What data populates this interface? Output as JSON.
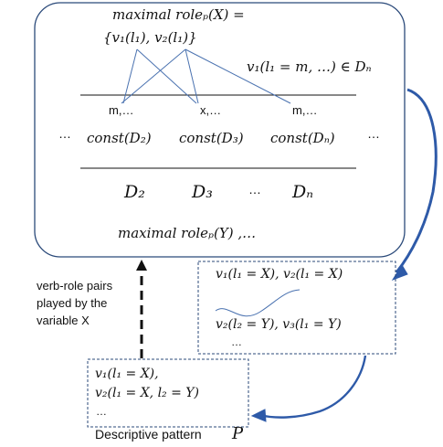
{
  "top_box": {
    "maximal_role_x": "maximal roleₚ(X) =",
    "role_set": "{v₁(l₁), v₂(l₁)}",
    "membership": "v₁(l₁ = m, …) ∈ Dₙ",
    "cell_labels": [
      "m,…",
      "x,…",
      "m,…"
    ],
    "ellipsis_left": "…",
    "ellipsis_right": "…",
    "consts": [
      "const(D₂)",
      "const(D₃)",
      "const(Dₙ)"
    ],
    "domains": [
      "D₂",
      "D₃",
      "…",
      "Dₙ"
    ],
    "maximal_role_y": "maximal roleₚ(Y) ,…"
  },
  "side_label": [
    "verb-role pairs",
    "played by the",
    "variable X"
  ],
  "middle_box": {
    "line1": "v₁(l₁ = X), v₂(l₁ = X)",
    "line2": "v₂(l₂ = Y), v₃(l₁ = Y)",
    "ellipsis": "…"
  },
  "bottom_box": {
    "line1": "v₁(l₁ = X),",
    "line2": "v₂(l₁ = X, l₂ = Y)",
    "ellipsis": "…"
  },
  "caption": {
    "text": "Descriptive pattern",
    "symbol": "P"
  },
  "colors": {
    "box_border": "#2b4a7a",
    "line_blue": "#4a72b0",
    "arrow_blue": "#2e5aa8",
    "text": "#111111"
  }
}
